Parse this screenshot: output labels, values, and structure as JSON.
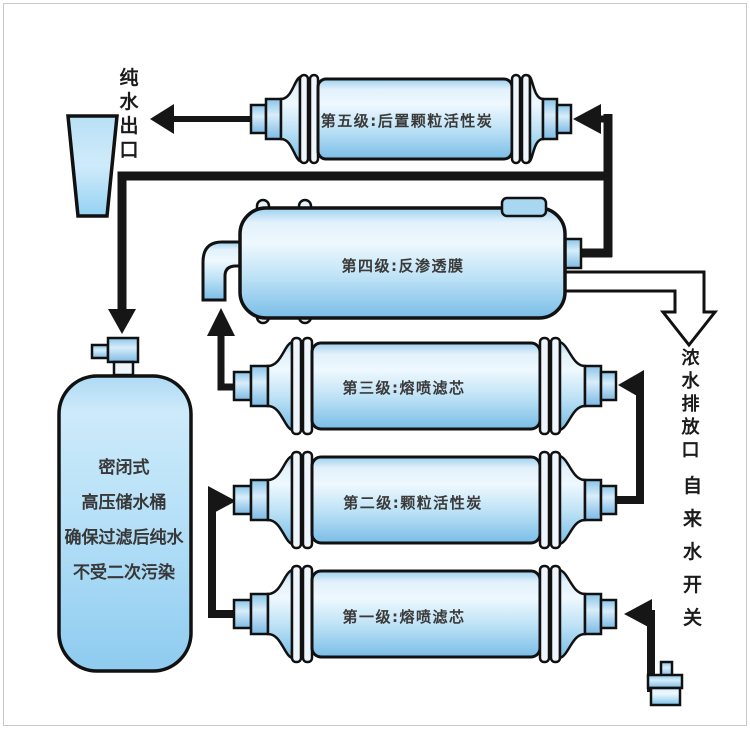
{
  "stages": [
    {
      "num": 5,
      "label": "第五级:后置颗粒活性炭"
    },
    {
      "num": 4,
      "label": "第四级:反渗透膜"
    },
    {
      "num": 3,
      "label": "第三级:熔喷滤芯"
    },
    {
      "num": 2,
      "label": "第二级:颗粒活性炭"
    },
    {
      "num": 1,
      "label": "第一级:熔喷滤芯"
    }
  ],
  "annotations": {
    "pure_water_outlet": "纯水出口",
    "concentrate_drain": "浓水排放口",
    "tap_water_switch": "自来水开关"
  },
  "storage_tank": {
    "lines": [
      "密闭式",
      "高压储水桶",
      "确保过滤后纯水",
      "不受二次污染"
    ]
  },
  "colors": {
    "pipe": "#161616",
    "outline": "#111111",
    "filter_light": "#eef8fe",
    "filter_deep": "#7abde7",
    "text": "#3a3a3a",
    "border": "#c9c9c9"
  }
}
